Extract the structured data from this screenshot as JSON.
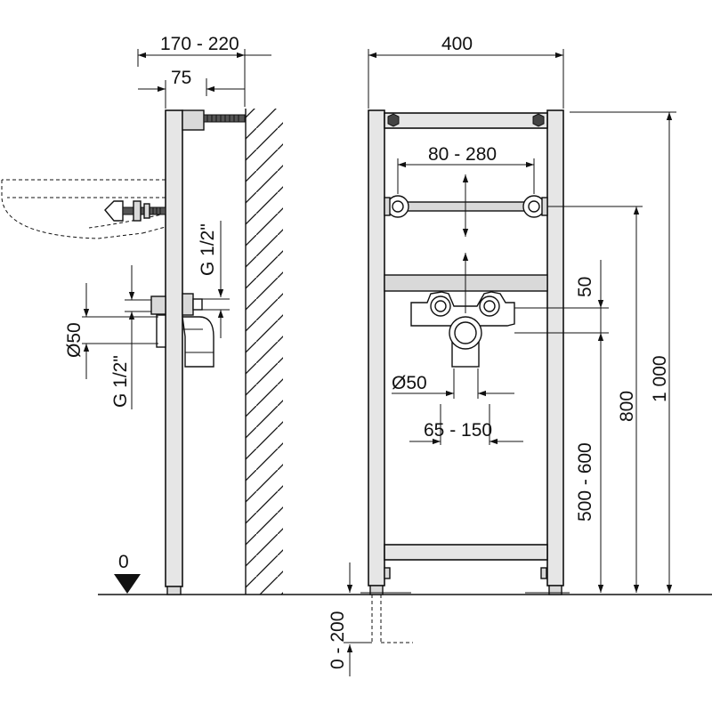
{
  "dimensions": {
    "side_depth_range": "170 - 220",
    "side_offset": "75",
    "frame_width": "400",
    "fixing_spacing": "80 - 280",
    "pipe_spacing": "65 - 150",
    "drain_diameter_front": "Ø50",
    "drain_diameter_side": "Ø50",
    "thread_side_upper": "G 1/2\"",
    "thread_side_lower": "G 1/2\"",
    "drain_offset": "50",
    "drain_height": "500 - 600",
    "fixing_height": "800",
    "total_height": "1 000",
    "floor_level": "0",
    "leg_adjustment": "0 - 200"
  }
}
